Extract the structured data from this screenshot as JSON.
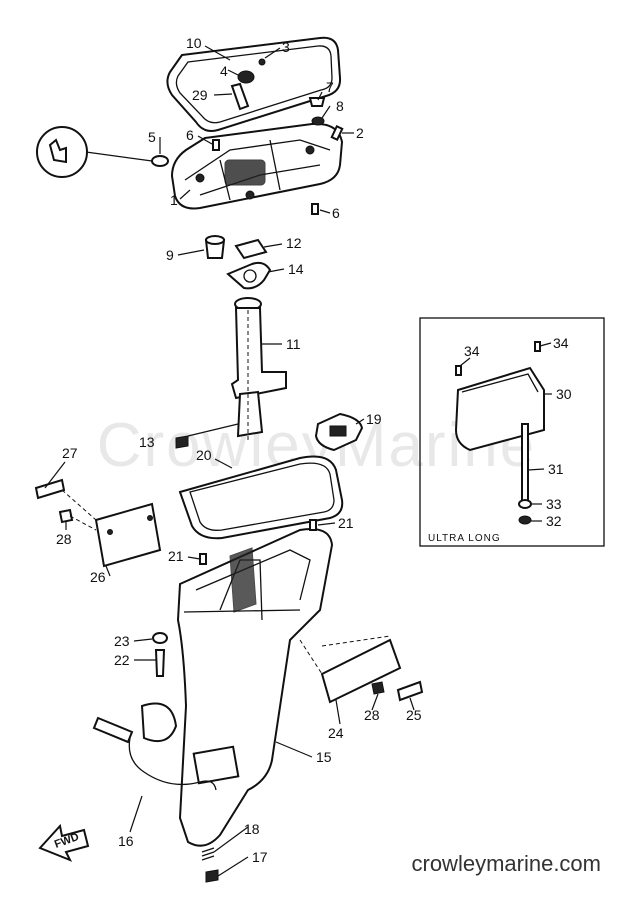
{
  "watermark": "CrowleyMarine",
  "site": "crowleymarine.com",
  "fwd": "FWD",
  "inset_title": "ULTRA LONG",
  "labels": {
    "l1": "1",
    "l2": "2",
    "l3": "3",
    "l4": "4",
    "l5": "5",
    "l6a": "6",
    "l6b": "6",
    "l7": "7",
    "l8": "8",
    "l9": "9",
    "l10": "10",
    "l11": "11",
    "l12": "12",
    "l13": "13",
    "l14": "14",
    "l15": "15",
    "l16": "16",
    "l17": "17",
    "l18": "18",
    "l19": "19",
    "l20": "20",
    "l21a": "21",
    "l21b": "21",
    "l22": "22",
    "l23": "23",
    "l24": "24",
    "l25": "25",
    "l26": "26",
    "l27": "27",
    "l28a": "28",
    "l28b": "28",
    "l29": "29",
    "l30": "30",
    "l31": "31",
    "l32": "32",
    "l33": "33",
    "l34a": "34",
    "l34b": "34"
  }
}
